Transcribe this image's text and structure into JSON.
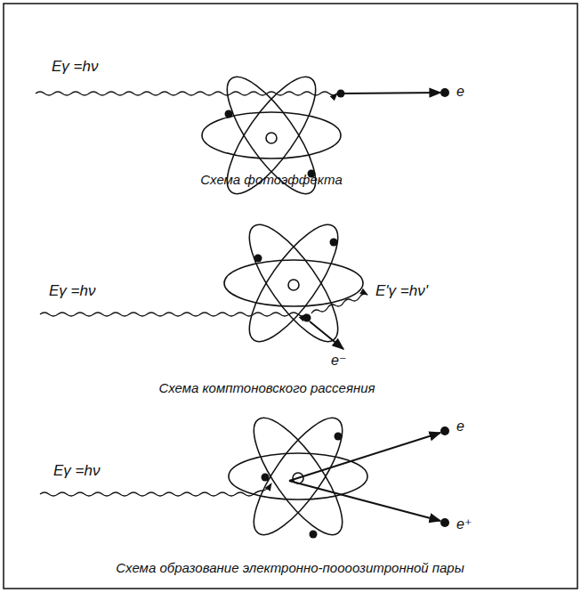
{
  "diagram": {
    "labels": [
      "Eγ =hν",
      "e",
      "Схема фотоэффекта",
      "Eγ =hν",
      "E'γ =hν'",
      "e⁻",
      "Схема комптоновского рассеяния",
      "Eγ =hν",
      "e",
      "e⁺",
      "Схема образование электронно-поооозитронной пары"
    ]
  }
}
